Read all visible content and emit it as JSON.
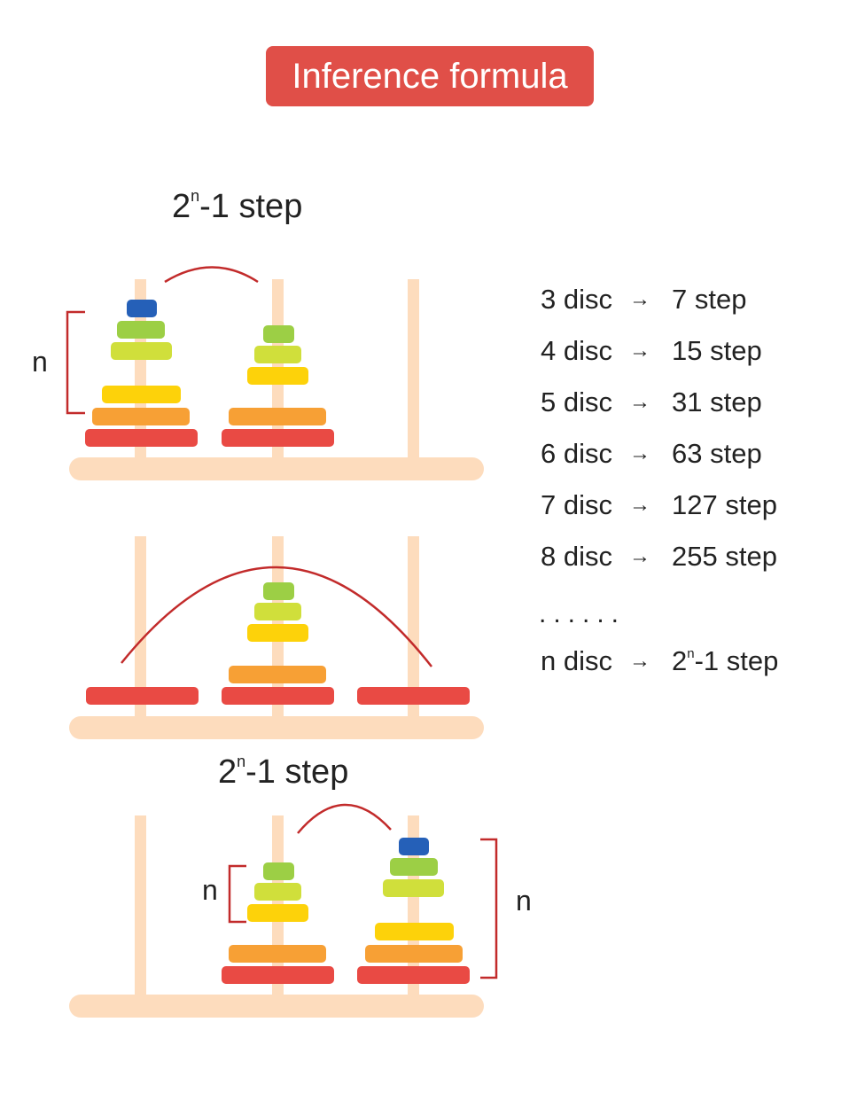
{
  "title": "Inference formula",
  "step_label": {
    "base": "2",
    "exp": "n",
    "rest": "-1 step"
  },
  "n_label": "n",
  "formulas": [
    {
      "discs": "3 disc",
      "steps": "7 step"
    },
    {
      "discs": "4 disc",
      "steps": "15 step"
    },
    {
      "discs": "5 disc",
      "steps": "31 step"
    },
    {
      "discs": "6 disc",
      "steps": "63 step"
    },
    {
      "discs": "7 disc",
      "steps": "127 step"
    },
    {
      "discs": "8 disc",
      "steps": "255 step"
    }
  ],
  "ellipsis": "......",
  "general": {
    "discs": "n disc",
    "base": "2",
    "exp": "n",
    "rest": "-1 step"
  },
  "arrow": "→",
  "colors": {
    "title_bg": "#e04f48",
    "rod": "#fddcbd",
    "red": "#e94a44",
    "orange": "#f7a035",
    "yellow": "#fdd20a",
    "lime": "#d0df3b",
    "green": "#9ccf45",
    "blue": "#2560b8",
    "arc": "#c22b2b"
  }
}
